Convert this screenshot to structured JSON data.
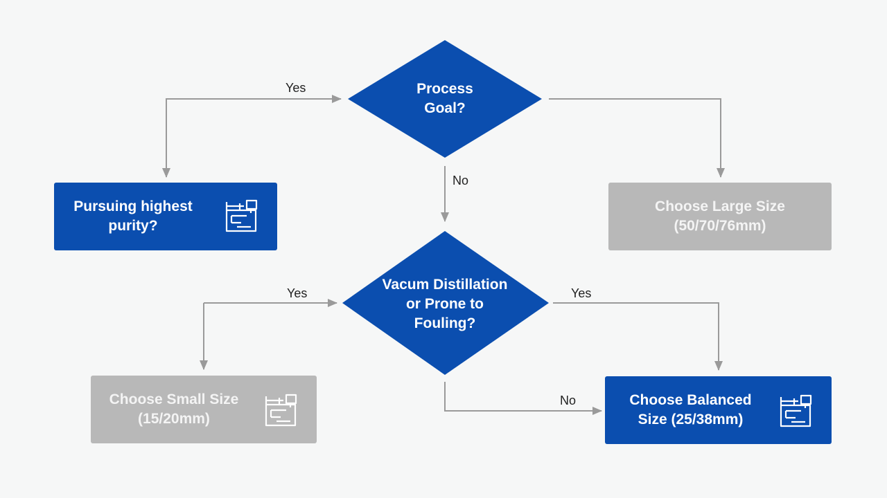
{
  "colors": {
    "decision_fill": "#0b4eaf",
    "outcome_blue": "#0b4eaf",
    "outcome_gray": "#b8b8b8",
    "connector": "#9a9a9a",
    "background": "#f6f7f7"
  },
  "decisions": {
    "process_goal": {
      "line1": "Process",
      "line2": "Goal?"
    },
    "vacuum": {
      "line1": "Vacum Distillation",
      "line2": "or Prone to",
      "line3": "Fouling?"
    }
  },
  "nodes": {
    "highest_purity": {
      "line1": "Pursuing highest",
      "line2": "purity?",
      "icon": "equipment-icon"
    },
    "large_size": {
      "line1": "Choose Large Size",
      "line2": "(50/70/76mm)"
    },
    "small_size": {
      "line1": "Choose Small Size",
      "line2": "(15/20mm)",
      "icon": "equipment-icon"
    },
    "balanced_size": {
      "line1": "Choose Balanced",
      "line2": "Size (25/38mm)",
      "icon": "equipment-icon"
    }
  },
  "edges": {
    "yes_top": "Yes",
    "no_center": "No",
    "yes_left": "Yes",
    "yes_right": "Yes",
    "no_bottom": "No"
  }
}
